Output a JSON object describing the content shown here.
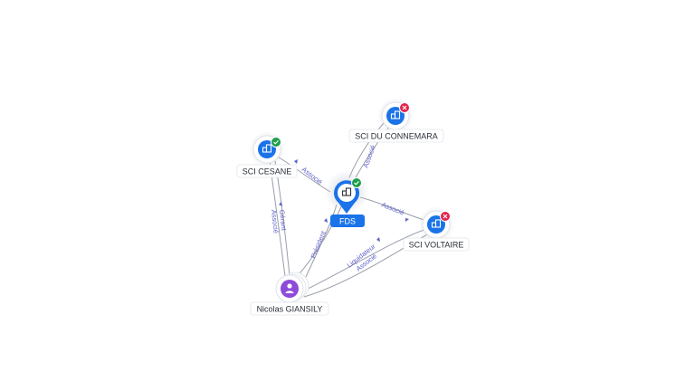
{
  "colors": {
    "company": "#1a73e8",
    "person": "#8e4bd9",
    "active": "#1e9e4a",
    "closed": "#e2234b",
    "edge": "#9a9ea8",
    "edge_label": "#5b5fc7"
  },
  "center": {
    "label": "FDS",
    "icon": "building-icon",
    "status": "active"
  },
  "nodes": [
    {
      "label": "SCI CESANE",
      "icon": "building-icon",
      "status": "active"
    },
    {
      "label": "SCI DU CONNEMARA",
      "icon": "building-icon",
      "status": "closed"
    },
    {
      "label": "SCI VOLTAIRE",
      "icon": "building-icon",
      "status": "closed"
    },
    {
      "label": "Nicolas GIANSILY",
      "icon": "person-icon",
      "status": ""
    }
  ],
  "relations": {
    "fds_cesane": "Associé",
    "fds_connemara": "Associé",
    "fds_voltaire": "Associé",
    "person_cesane_1": "Gérant",
    "person_cesane_2": "Associé",
    "person_fds": "Président",
    "person_voltaire_1": "Liquidateur",
    "person_voltaire_2": "Associé"
  }
}
